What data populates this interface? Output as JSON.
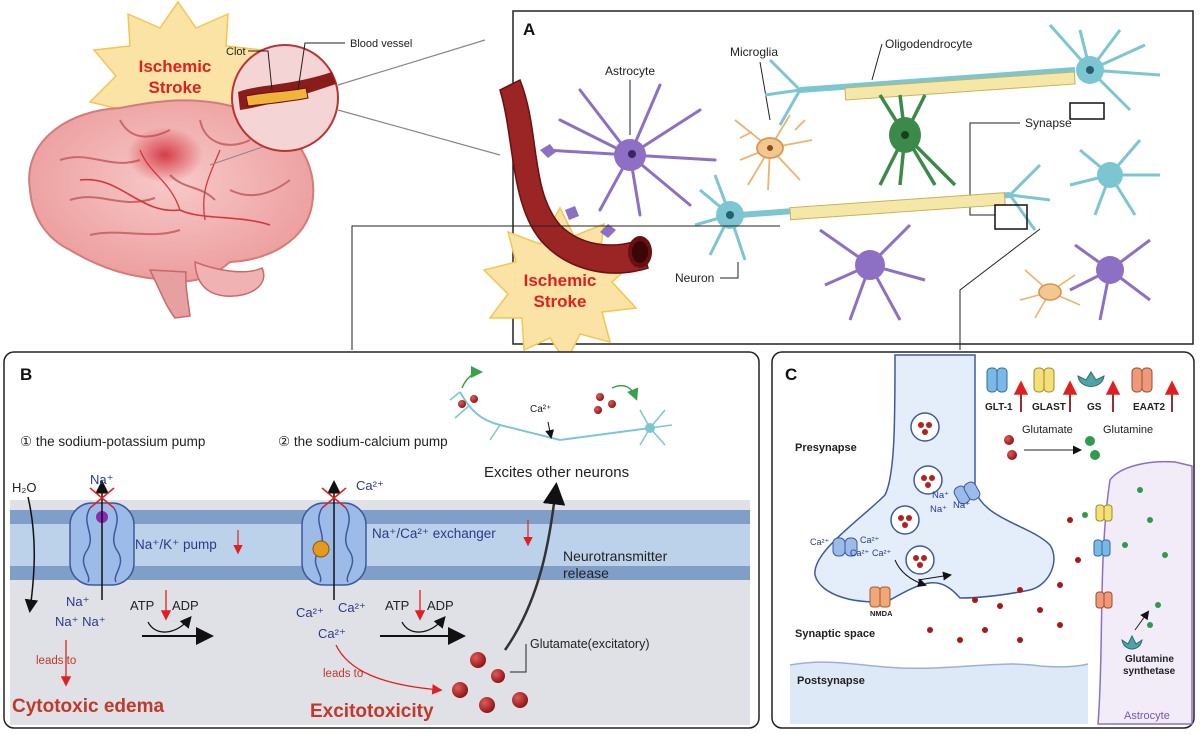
{
  "stroke_badge": {
    "line1": "Ischemic",
    "line2": "Stroke"
  },
  "top": {
    "clot": "Clot",
    "blood_vessel": "Blood vessel"
  },
  "panelA": {
    "letter": "A",
    "astrocyte": "Astrocyte",
    "microglia": "Microglia",
    "oligodendrocyte": "Oligodendrocyte",
    "synapse": "Synapse",
    "neuron": "Neuron"
  },
  "panelB": {
    "letter": "B",
    "pump1_title": "① the sodium-potassium pump",
    "pump2_title": "② the sodium-calcium pump",
    "excites": "Excites other neurons",
    "h2o": "H₂O",
    "na_top": "Na⁺",
    "ca_top": "Ca²⁺",
    "na_k_pump": "Na⁺/K⁺ pump",
    "na_ca_exchanger": "Na⁺/Ca²⁺ exchanger",
    "nt_release_1": "Neurotransmitter",
    "nt_release_2": "release",
    "na_bottom_1": "Na⁺",
    "na_bottom_2": "Na⁺ Na⁺",
    "ca_bottom_1": "Ca²⁺",
    "ca_bottom_2": "Ca²⁺",
    "ca_bottom_3": "Ca²⁺",
    "atp1": "ATP",
    "adp1": "ADP",
    "atp2": "ATP",
    "adp2": "ADP",
    "leads_to_1": "leads to",
    "leads_to_2": "leads to",
    "ca_mini": "Ca²⁺",
    "glutamate_excitatory": "Glutamate(excitatory)",
    "cytotoxic_edema": "Cytotoxic edema",
    "excitotoxicity": "Excitotoxicity"
  },
  "panelC": {
    "letter": "C",
    "transporters": [
      "GLT-1",
      "GLAST",
      "GS",
      "EAAT2"
    ],
    "presynapse": "Presynapse",
    "glutamate": "Glutamate",
    "glutamine": "Glutamine",
    "na1": "Na⁺",
    "na2": "Na⁺",
    "na3": "Na⁺",
    "ca1": "Ca²⁺",
    "ca2": "Ca²⁺",
    "ca3": "Ca²⁺",
    "ca4": "Ca²⁺",
    "nmda": "NMDA",
    "synaptic_space": "Synaptic space",
    "glutamine_synthetase_1": "Glutamine",
    "glutamine_synthetase_2": "synthetase",
    "postsynapse": "Postsynapse",
    "astrocyte": "Astrocyte"
  }
}
